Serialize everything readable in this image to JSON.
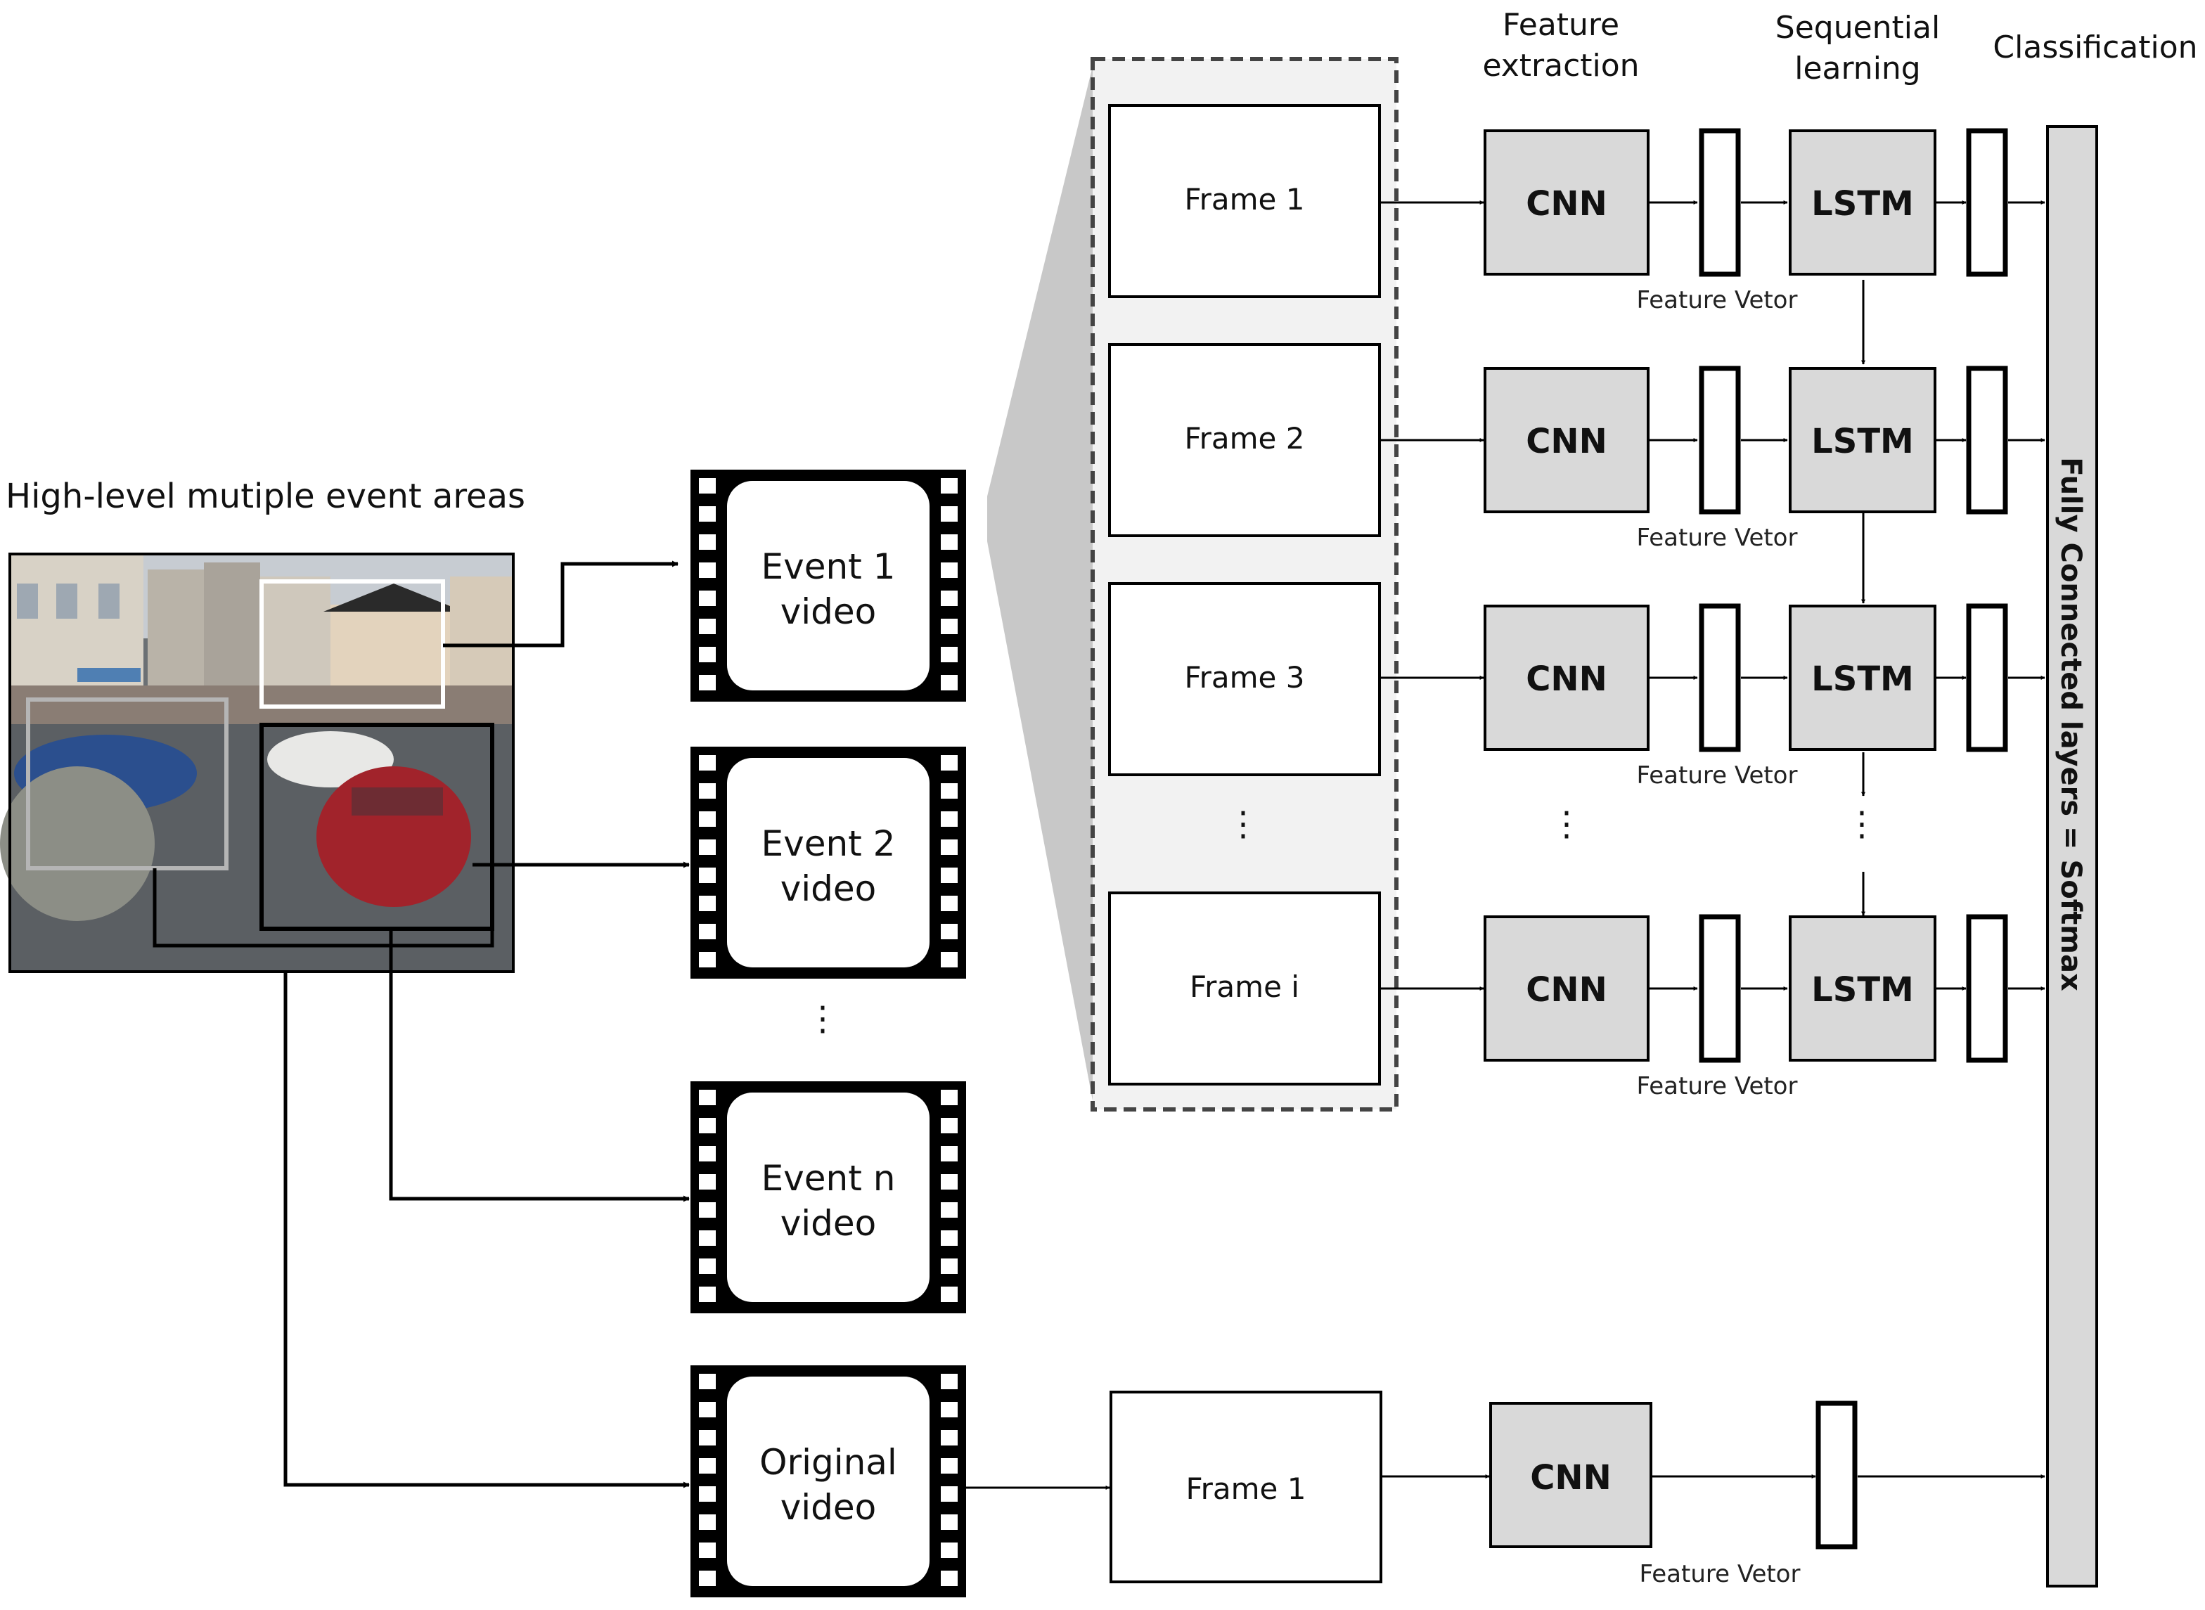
{
  "title": "High-level mutiple event areas",
  "headers": {
    "feature_extraction": [
      "Feature",
      "extraction"
    ],
    "sequential_learning": [
      "Sequential",
      "learning"
    ],
    "classification": "Classification"
  },
  "videos": [
    {
      "line1": "Event 1",
      "line2": "video"
    },
    {
      "line1": "Event 2",
      "line2": "video"
    },
    {
      "line1": "Event n",
      "line2": "video"
    },
    {
      "line1": "Original",
      "line2": "video"
    }
  ],
  "frames": [
    "Frame 1",
    "Frame 2",
    "Frame 3",
    "Frame i"
  ],
  "original_frame": "Frame 1",
  "cnn_label": "CNN",
  "lstm_label": "LSTM",
  "feature_vector_label": "Feature Vetor",
  "fc_label": "Fully Connected layers = Softmax",
  "colors": {
    "block_fill": "#d9d9d9",
    "frame_panel_fill": "#f2f2f2",
    "projection_fill": "#c8c8c8",
    "stroke": "#000000"
  }
}
